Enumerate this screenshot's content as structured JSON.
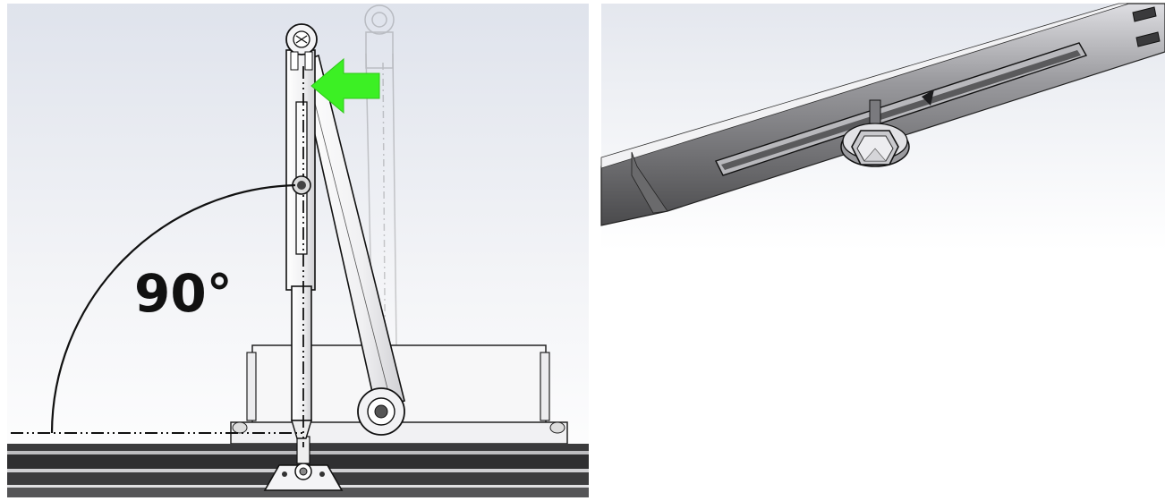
{
  "figure": {
    "angle_label": "90°",
    "colors": {
      "background_gradient_top": "#e6e9f0",
      "background_gradient_bottom": "#ffffff",
      "arrow": "#3cf024",
      "metal_dark": "#5e5e60",
      "metal_light": "#d8d8da",
      "outline": "#1a1a1a",
      "door_frame": "#333333"
    },
    "left_panel": {
      "description_name": "door-closer-arm-adjustment-view",
      "arrow_icon": "green-arrow-icon",
      "angle_degrees": 90
    },
    "right_panel": {
      "description_name": "slotted-arm-hex-bolt-detail"
    }
  }
}
